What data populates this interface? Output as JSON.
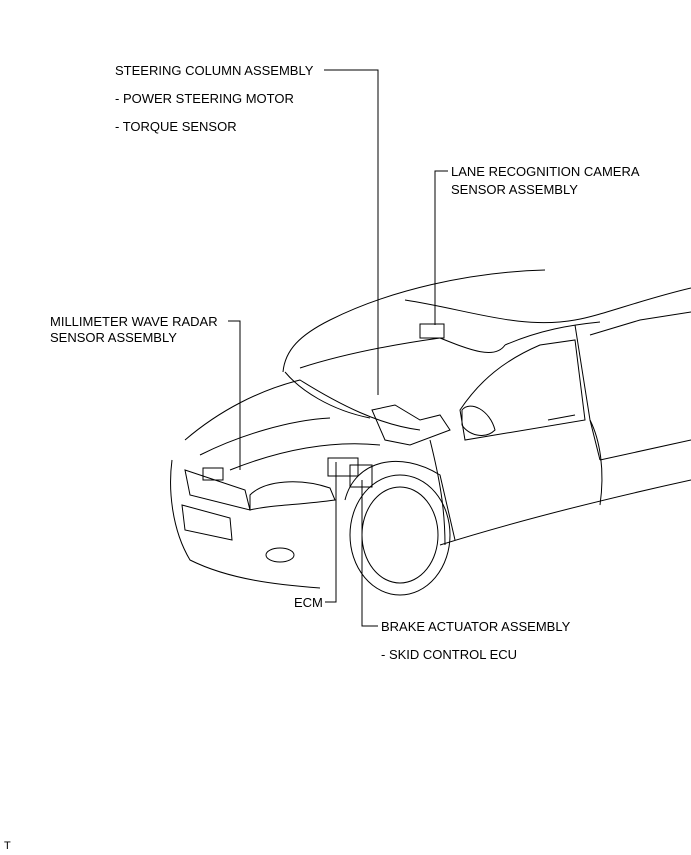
{
  "labels": {
    "steering_column": "STEERING COLUMN ASSEMBLY",
    "power_steering_motor": "- POWER STEERING MOTOR",
    "torque_sensor": "- TORQUE SENSOR",
    "lane_camera_line1": "LANE RECOGNITION CAMERA",
    "lane_camera_line2": "SENSOR ASSEMBLY",
    "radar_line1": "MILLIMETER WAVE RADAR",
    "radar_line2": "SENSOR ASSEMBLY",
    "ecm": "ECM",
    "brake_actuator": "BRAKE ACTUATOR ASSEMBLY",
    "skid_control": "- SKID CONTROL ECU"
  },
  "footer_mark": "T"
}
